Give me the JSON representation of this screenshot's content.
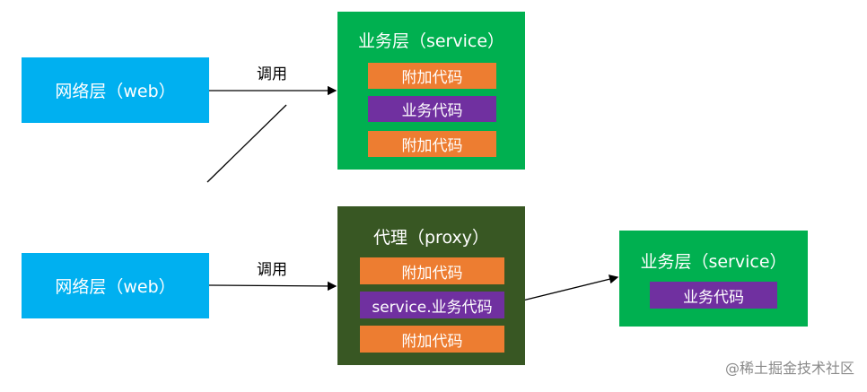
{
  "top": {
    "web_label": "网络层（web）",
    "call_label": "调用",
    "service": {
      "title": "业务层（service）",
      "items": [
        "附加代码",
        "业务代码",
        "附加代码"
      ]
    }
  },
  "bottom": {
    "web_label": "网络层（web）",
    "call_label": "调用",
    "proxy": {
      "title": "代理（proxy）",
      "items": [
        "附加代码",
        "service.业务代码",
        "附加代码"
      ]
    },
    "service": {
      "title": "业务层（service）",
      "items": [
        "业务代码"
      ]
    }
  },
  "watermark": "@稀土掘金技术社区",
  "colors": {
    "web": "#00b0f0",
    "service": "#00b050",
    "proxy": "#385723",
    "extra_code": "#ed7d31",
    "business_code": "#7030a0"
  }
}
